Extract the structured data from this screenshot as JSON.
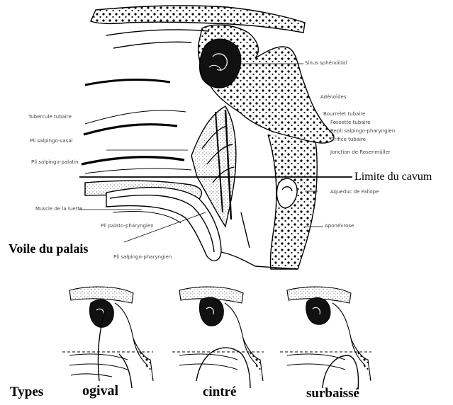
{
  "main_diagram": {
    "labels": {
      "sinus_sphenoidal": "Sinus sphénoïdal",
      "adenoides": "Adénoïdes",
      "bourrelet_tubaire": "Bourrelet tubaire",
      "fossette_tubaire": "Fossette tubaire",
      "repli_salpingo_pharyngien": "Repli salpingo-pharyngien",
      "orifice_tubaire": "Orifice tubaire",
      "tubercule_tubaire": "Tubercule tubaire",
      "pli_salpingo_vasal": "Pli salpingo-vasal",
      "pli_salpingo_palatin": "Pli salpingo-palatin",
      "jonction": "Jonction de Rosenmüller",
      "aqueduc": "Aqueduc de Fallope",
      "aponevrose": "Aponévrose",
      "muscle_uvula": "Muscle de la luette",
      "pli_palato_pharyngien": "Pli palato-pharyngien",
      "pli_salpingo_pharyngien": "Pli salpingo-pharyngien"
    },
    "limite_cavum": "Limite du cavum",
    "voile_du_palais": "Voile du palais"
  },
  "types_row": {
    "title": "Types",
    "types": [
      "ogival",
      "cintré",
      "surbaissé"
    ]
  },
  "colors": {
    "ink": "#000000",
    "label_gray": "#444444",
    "background": "#ffffff"
  }
}
